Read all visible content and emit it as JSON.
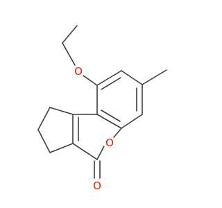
{
  "molecule": {
    "atoms": {
      "ether_oxygen": "O",
      "ring_oxygen": "O",
      "carbonyl_oxygen": "O"
    },
    "colors": {
      "bond": "#3c3c3c",
      "oxygen": "#e8190f",
      "background": "#ffffff"
    }
  }
}
